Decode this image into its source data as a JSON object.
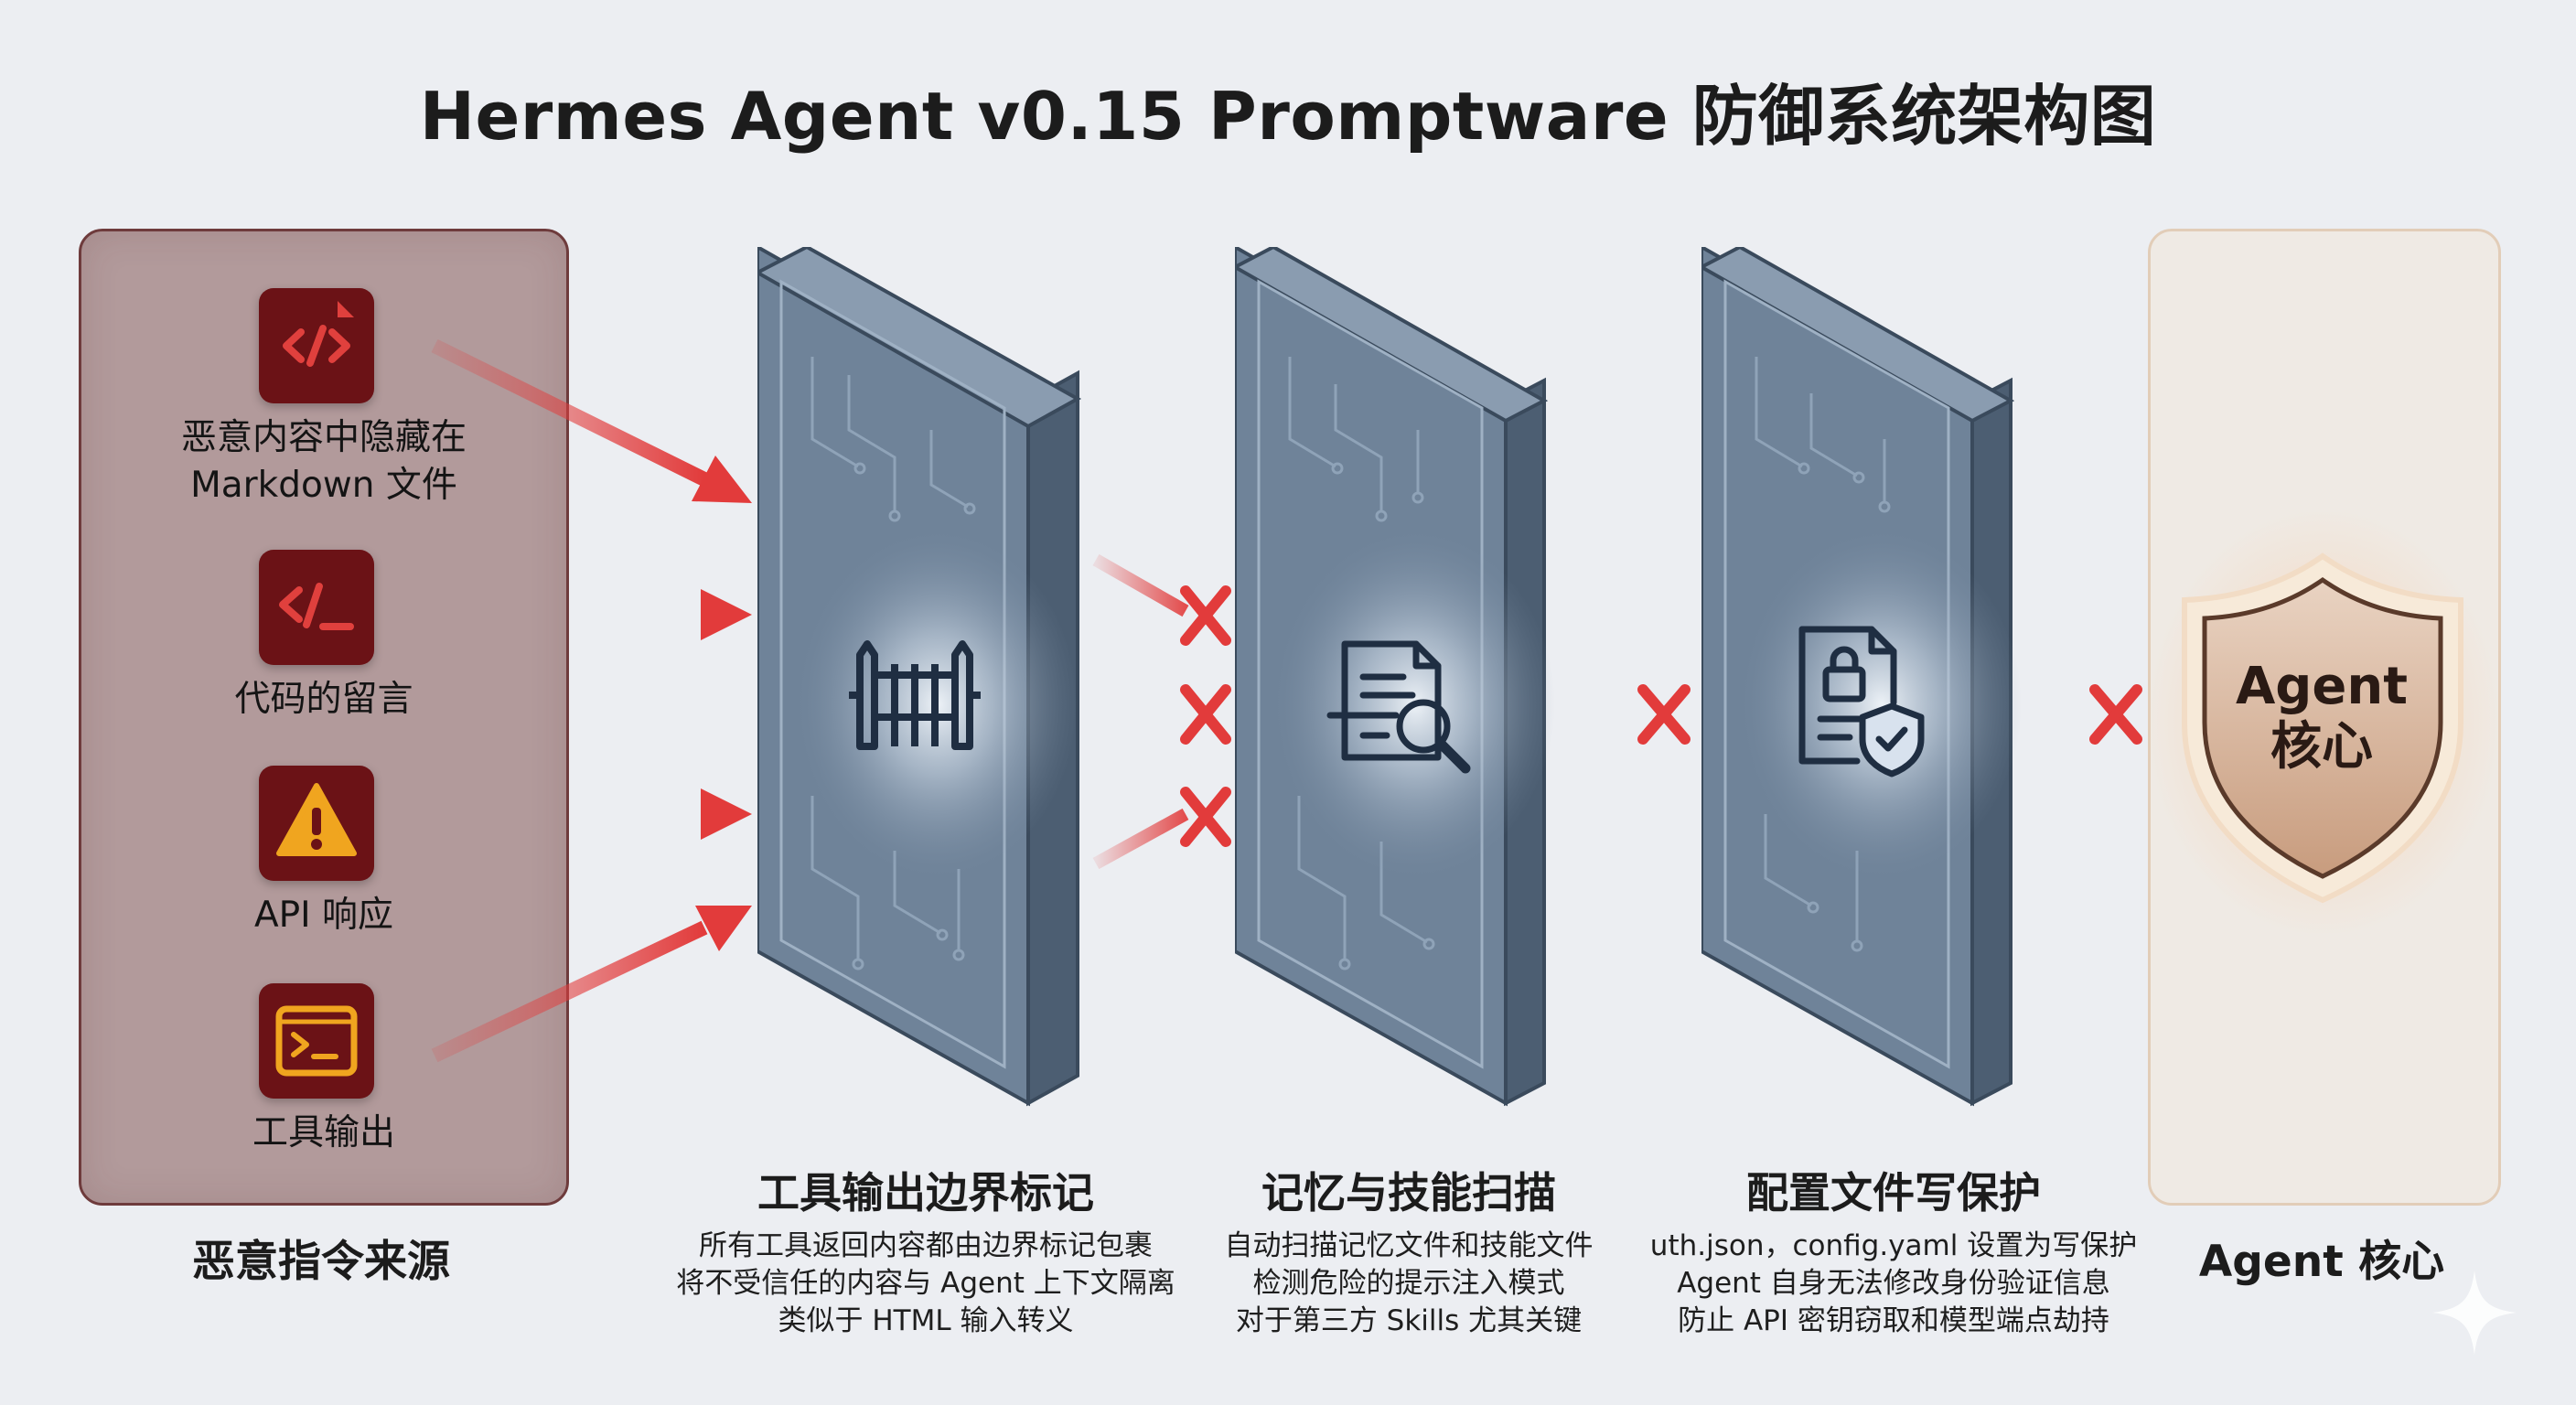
{
  "title": "Hermes Agent v0.15 Promptware 防御系统架构图",
  "sources": {
    "caption": "恶意指令来源",
    "items": [
      {
        "icon": "code-file-icon",
        "label_lines": [
          "恶意内容中隐藏在",
          "Markdown 文件"
        ]
      },
      {
        "icon": "code-comment-icon",
        "label_lines": [
          "代码的留言"
        ]
      },
      {
        "icon": "warning-icon",
        "label_lines": [
          "API 响应"
        ]
      },
      {
        "icon": "terminal-icon",
        "label_lines": [
          "工具输出"
        ]
      }
    ]
  },
  "layers": [
    {
      "icon": "fence-icon",
      "title": "工具输出边界标记",
      "desc": [
        "所有工具返回内容都由边界标记包裹",
        "将不受信任的内容与 Agent 上下文隔离",
        "类似于 HTML 输入转义"
      ]
    },
    {
      "icon": "document-scan-icon",
      "title": "记忆与技能扫描",
      "desc": [
        "自动扫描记忆文件和技能文件",
        "检测危险的提示注入模式",
        "对于第三方 Skills 尤其关键"
      ]
    },
    {
      "icon": "locked-document-shield-icon",
      "title": "配置文件写保护",
      "desc": [
        "uth.json，config.yaml 设置为写保护",
        "Agent 自身无法修改身份验证信息",
        "防止 API 密钥窃取和模型端点劫持"
      ]
    }
  ],
  "core": {
    "shield_label": [
      "Agent",
      "核心"
    ],
    "caption": "Agent 核心"
  },
  "colors": {
    "attack_red": "#e23b3b",
    "source_panel": "#b29a9b",
    "source_border": "#6e3b3c",
    "icon_bg": "#6b1216",
    "wall_face": "#6f8399",
    "wall_side": "#4c5e72",
    "core_panel": "#efeae4",
    "shield_fill": "#d9b9a2"
  }
}
